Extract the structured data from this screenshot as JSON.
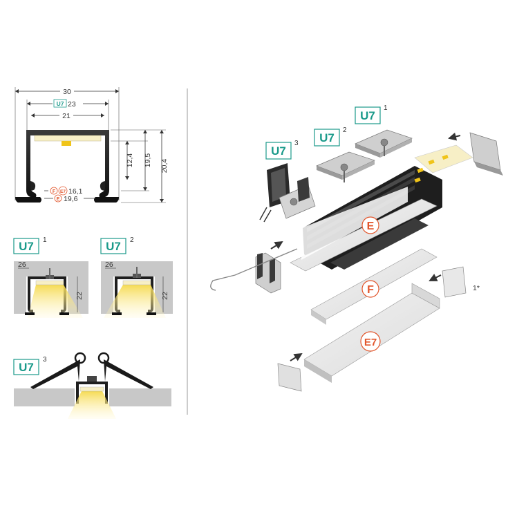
{
  "cross_section": {
    "dim_width_outer": "30",
    "dim_width_inner_tag": "U7",
    "dim_width_inner": "23",
    "dim_width_channel": "21",
    "dim_height_1": "12,4",
    "dim_height_2": "19,5",
    "dim_height_3": "20,4",
    "cover_tag_f": "F",
    "cover_tag_e7": "E7",
    "cover_dim_1": "16,1",
    "cover_tag_e": "E",
    "cover_dim_2": "19,6"
  },
  "variants": [
    {
      "tag": "U7",
      "sup": "1",
      "dim_width": "26",
      "dim_height": "22"
    },
    {
      "tag": "U7",
      "sup": "2",
      "dim_width": "26",
      "dim_height": "22"
    },
    {
      "tag": "U7",
      "sup": "3"
    }
  ],
  "exploded": {
    "mount_tags": [
      {
        "tag": "U7",
        "sup": "3"
      },
      {
        "tag": "U7",
        "sup": "2"
      },
      {
        "tag": "U7",
        "sup": "1"
      }
    ],
    "cover_labels": [
      "E",
      "F",
      "E7"
    ],
    "end_cap_label": "1*"
  },
  "colors": {
    "tag_teal": "#1a9a8a",
    "cover_orange": "#e2562c",
    "profile_dark": "#1e1e1e",
    "led_yellow": "#f6e27a",
    "wall_gray": "#c8c8c8"
  }
}
